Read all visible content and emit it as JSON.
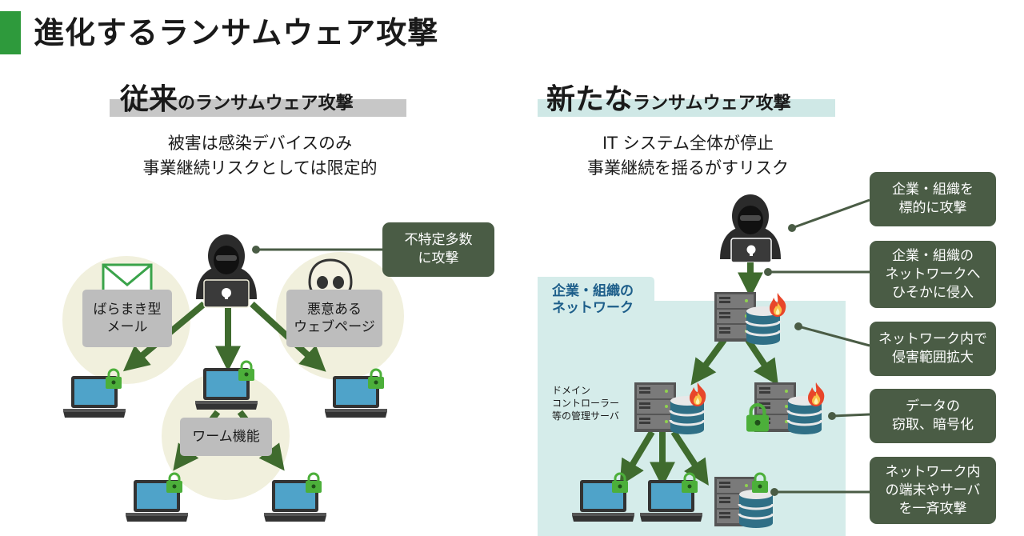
{
  "page_title": "進化するランサムウェア攻撃",
  "left": {
    "heading_big": "従来",
    "heading_small": "のランサムウェア攻撃",
    "subtitle_line1": "被害は感染デバイスのみ",
    "subtitle_line2": "事業継続リスクとしては限定的",
    "callout_line1": "不特定多数",
    "callout_line2": "に攻撃",
    "mail_line1": "ばらまき型",
    "mail_line2": "メール",
    "web_line1": "悪意ある",
    "web_line2": "ウェブページ",
    "worm": "ワーム機能"
  },
  "right": {
    "heading_big": "新たな",
    "heading_small": "ランサムウェア攻撃",
    "subtitle_line1": "IT システム全体が停止",
    "subtitle_line2": "事業継続を揺るがすリスク",
    "network_line1": "企業・組織の",
    "network_line2": "ネットワーク",
    "server_line1": "ドメイン",
    "server_line2": "コントローラー",
    "server_line3": "等の管理サーバ",
    "callouts": [
      {
        "l1": "企業・組織を",
        "l2": "標的に攻撃"
      },
      {
        "l1": "企業・組織の",
        "l2": "ネットワークへ",
        "l3": "ひそかに侵入"
      },
      {
        "l1": "ネットワーク内で",
        "l2": "侵害範囲拡大"
      },
      {
        "l1": "データの",
        "l2": "窃取、暗号化"
      },
      {
        "l1": "ネットワーク内",
        "l2": "の端末やサーバ",
        "l3": "を一斉攻撃"
      }
    ]
  },
  "colors": {
    "accent_green": "#2e9a3c",
    "arrow_green": "#3f6b2e",
    "callout_bg": "#4a5c45",
    "network_bg": "#d5ecea",
    "circle_bg": "#f1f0dd",
    "laptop_screen": "#4fa3c9",
    "lock_green": "#4caf3a",
    "fire": "#e8462a"
  },
  "icons": [
    "envelope-icon",
    "skull-icon",
    "hacker-icon",
    "laptop-icon",
    "lock-icon",
    "server-icon",
    "database-icon",
    "fire-icon"
  ]
}
